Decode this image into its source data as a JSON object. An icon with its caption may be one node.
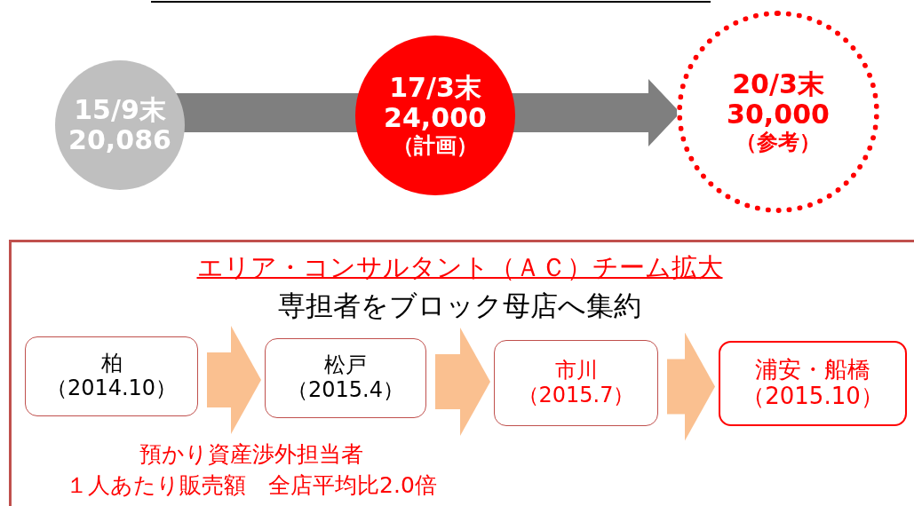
{
  "diagram": {
    "nodes": [
      {
        "text": [
          "15/9末",
          "20,086"
        ]
      },
      {
        "text": [
          "17/3末",
          "24,000",
          "（計画）"
        ]
      },
      {
        "text": [
          "20/3末",
          "30,000",
          "（参考）"
        ]
      },
      {
        "text": [
          "エリア・コンサルタント（ＡＣ）チーム拡大",
          "専担者をブロック母店へ集約"
        ]
      },
      {
        "text": [
          "柏",
          "（2014.10）"
        ],
        "in": 3
      },
      {
        "text": [
          "松戸",
          "（2015.4）"
        ],
        "in": 3
      },
      {
        "text": [
          "市川",
          "（2015.7）"
        ],
        "in": 3
      },
      {
        "text": [
          "浦安・船橋",
          "（2015.10）"
        ],
        "in": 3
      }
    ],
    "edges": [
      {
        "from": 0,
        "to": 1,
        "arrow": "none",
        "color": "#7f7f7f"
      },
      {
        "from": 1,
        "to": 2,
        "arrow": "to",
        "color": "#7f7f7f"
      },
      {
        "from": 4,
        "to": 5,
        "arrow": "to",
        "color": "#fac090"
      },
      {
        "from": 5,
        "to": 6,
        "arrow": "to",
        "color": "#fac090"
      },
      {
        "from": 6,
        "to": 7,
        "arrow": "to",
        "color": "#fac090"
      }
    ],
    "labels": [
      "預かり資産渉外担当者",
      "１人あたり販売額　全店平均比2.0倍"
    ]
  }
}
